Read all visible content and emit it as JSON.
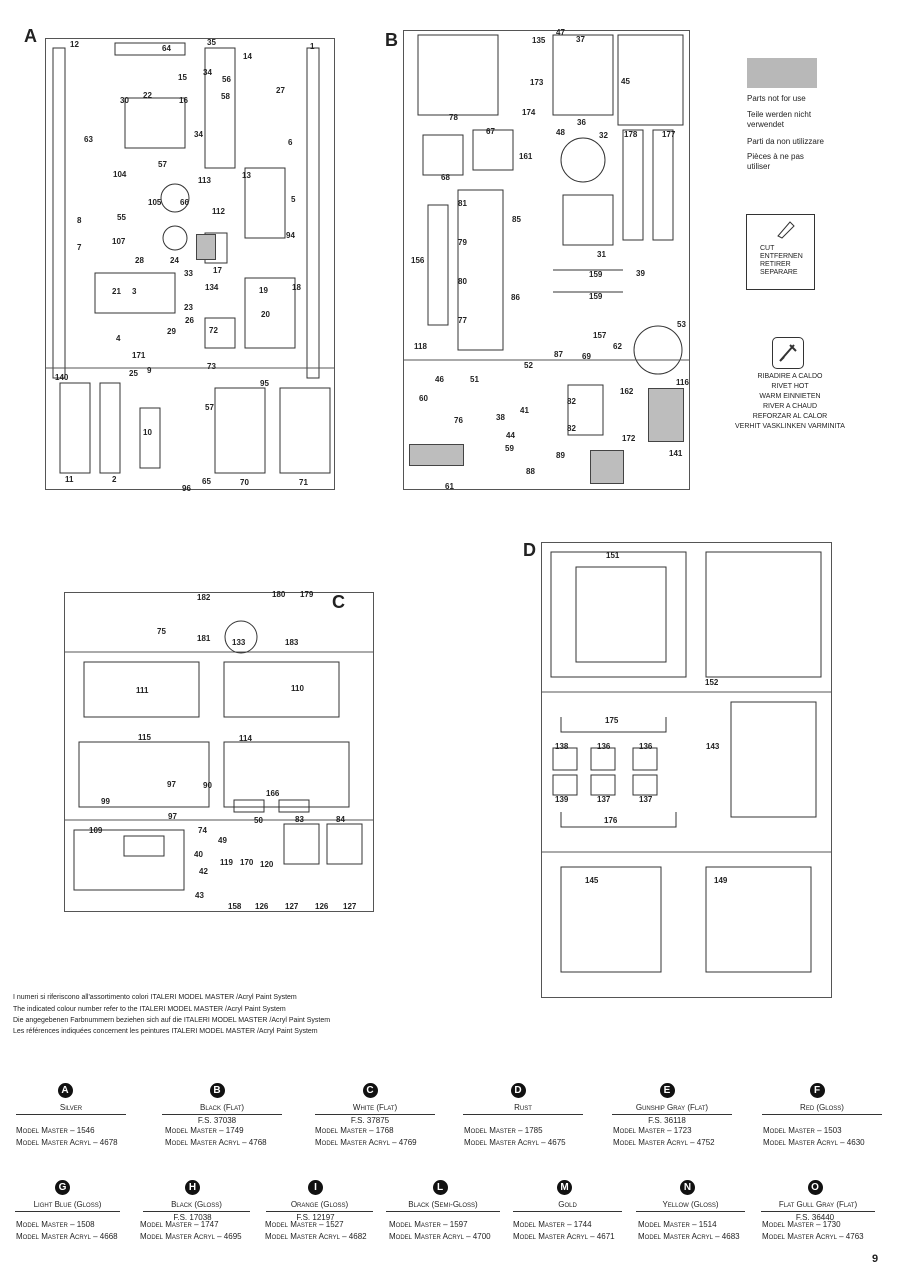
{
  "sprues": {
    "a": {
      "letter": "A",
      "parts": [
        "12",
        "1",
        "64",
        "35",
        "14",
        "30",
        "15",
        "34",
        "56",
        "22",
        "16",
        "58",
        "27",
        "63",
        "6",
        "34",
        "57",
        "104",
        "113",
        "13",
        "5",
        "66",
        "105",
        "112",
        "55",
        "8",
        "107",
        "7",
        "94",
        "28",
        "24",
        "17",
        "33",
        "21",
        "3",
        "134",
        "19",
        "18",
        "23",
        "20",
        "26",
        "72",
        "29",
        "4",
        "171",
        "73",
        "95",
        "140",
        "9",
        "25",
        "57",
        "10",
        "11",
        "2",
        "96",
        "65",
        "70",
        "71"
      ]
    },
    "b": {
      "letter": "B",
      "parts": [
        "135",
        "47",
        "37",
        "173",
        "45",
        "174",
        "36",
        "78",
        "67",
        "48",
        "32",
        "178",
        "177",
        "161",
        "68",
        "81",
        "85",
        "79",
        "31",
        "156",
        "80",
        "86",
        "159",
        "39",
        "159",
        "77",
        "157",
        "53",
        "118",
        "51",
        "52",
        "87",
        "69",
        "62",
        "46",
        "116",
        "60",
        "41",
        "162",
        "82",
        "38",
        "76",
        "44",
        "82",
        "172",
        "59",
        "89",
        "141",
        "88",
        "61"
      ]
    },
    "c": {
      "letter": "C",
      "parts": [
        "182",
        "180",
        "179",
        "75",
        "181",
        "133",
        "183",
        "111",
        "110",
        "115",
        "114",
        "97",
        "90",
        "99",
        "97",
        "166",
        "50",
        "83",
        "84",
        "109",
        "74",
        "49",
        "40",
        "119",
        "170",
        "120",
        "42",
        "43",
        "158",
        "126",
        "127",
        "126",
        "127"
      ]
    },
    "d": {
      "letter": "D",
      "parts": [
        "151",
        "152",
        "175",
        "138",
        "136",
        "136",
        "143",
        "139",
        "137",
        "137",
        "176",
        "145",
        "149"
      ]
    }
  },
  "legend": {
    "parts_not_for_use": [
      "Parts not for use",
      "Teile werden nicht verwendet",
      "Parti da non utilizzare",
      "Pièces à ne pas utiliser"
    ],
    "cut": [
      "CUT",
      "ENTFERNEN",
      "RETIRER",
      "SEPARARE"
    ],
    "rivet": [
      "RIBADIRE A CALDO",
      "RIVET HOT",
      "WARM EINNIETEN",
      "RIVER A CHAUD",
      "REFORZAR AL CALOR",
      "VERHIT VASKLINKEN VARMINITA"
    ]
  },
  "color_note": [
    "I numeri si riferiscono all'assortimento colori ITALERI MODEL MASTER /Acryl Paint System",
    "The indicated colour number refer to the ITALERI MODEL MASTER /Acryl Paint System",
    "Die angegebenen Farbnummern beziehen sich auf die ITALERI MODEL MASTER /Acryl Paint System",
    "Les références indiquées concernent les peintures ITALERI MODEL MASTER /Acryl Paint System"
  ],
  "paints_row1": [
    {
      "code": "A",
      "name": "Silver",
      "fs": "",
      "mm": "Model Master – 1546",
      "acryl": "Model Master Acryl – 4678"
    },
    {
      "code": "B",
      "name": "Black (Flat)",
      "fs": "F.S. 37038",
      "mm": "Model Master – 1749",
      "acryl": "Model Master Acryl – 4768"
    },
    {
      "code": "C",
      "name": "White (Flat)",
      "fs": "F.S. 37875",
      "mm": "Model Master – 1768",
      "acryl": "Model Master Acryl – 4769"
    },
    {
      "code": "D",
      "name": "Rust",
      "fs": "",
      "mm": "Model Master – 1785",
      "acryl": "Model Master Acryl – 4675"
    },
    {
      "code": "E",
      "name": "Gunship Gray (Flat)",
      "fs": "F.S. 36118",
      "mm": "Model Master – 1723",
      "acryl": "Model Master Acryl – 4752"
    },
    {
      "code": "F",
      "name": "Red (Gloss)",
      "fs": "",
      "mm": "Model Master – 1503",
      "acryl": "Model Master Acryl – 4630"
    }
  ],
  "paints_row2": [
    {
      "code": "G",
      "name": "Light Blue (Gloss)",
      "fs": "",
      "mm": "Model Master – 1508",
      "acryl": "Model Master Acryl – 4668"
    },
    {
      "code": "H",
      "name": "Black (Gloss)",
      "fs": "F.S. 17038",
      "mm": "Model Master – 1747",
      "acryl": "Model Master Acryl – 4695"
    },
    {
      "code": "I",
      "name": "Orange (Gloss)",
      "fs": "F.S. 12197",
      "mm": "Model Master – 1527",
      "acryl": "Model Master Acryl – 4682"
    },
    {
      "code": "L",
      "name": "Black (Semi-Gloss)",
      "fs": "",
      "mm": "Model Master – 1597",
      "acryl": "Model Master Acryl – 4700"
    },
    {
      "code": "M",
      "name": "Gold",
      "fs": "",
      "mm": "Model Master – 1744",
      "acryl": "Model Master Acryl – 4671"
    },
    {
      "code": "N",
      "name": "Yellow (Gloss)",
      "fs": "",
      "mm": "Model Master – 1514",
      "acryl": "Model Master Acryl – 4683"
    },
    {
      "code": "O",
      "name": "Flat Gull Gray (Flat)",
      "fs": "F.S. 36440",
      "mm": "Model Master – 1730",
      "acryl": "Model Master Acryl – 4763"
    }
  ],
  "page_number": "9"
}
